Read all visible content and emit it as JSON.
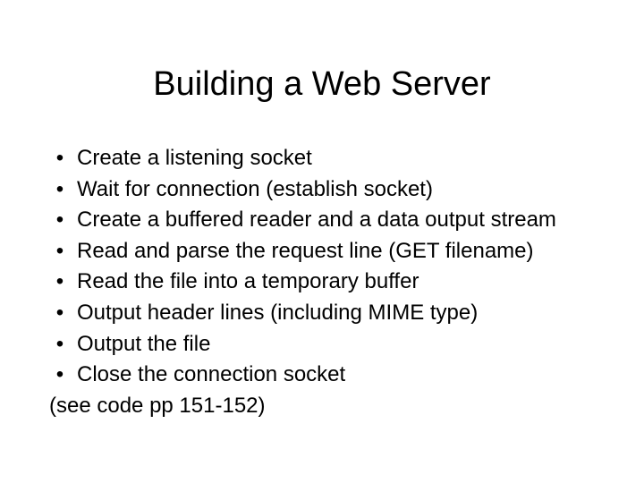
{
  "slide": {
    "title": "Building a Web Server",
    "background_color": "#ffffff",
    "text_color": "#000000",
    "bullet_glyph": "•",
    "bullets": [
      {
        "text": "Create a listening socket"
      },
      {
        "text": "Wait for connection (establish socket)"
      },
      {
        "text": "Create a buffered reader and a data output stream"
      },
      {
        "text": "Read and parse the request line (GET filename)"
      },
      {
        "text": "Read the file into a temporary buffer"
      },
      {
        "text": "Output header lines (including MIME type)"
      },
      {
        "text": "Output the file"
      },
      {
        "text": "Close the connection socket"
      }
    ],
    "note": "(see code pp 151-152)"
  }
}
